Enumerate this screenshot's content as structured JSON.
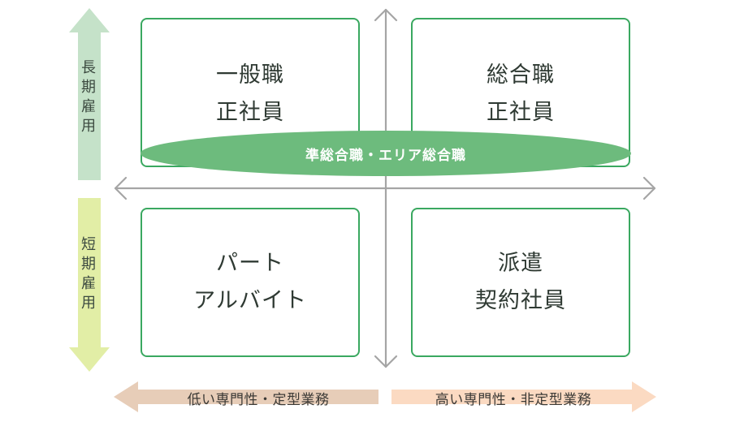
{
  "colors": {
    "box_border": "#3aa860",
    "ellipse_fill": "#6dbb7d",
    "axis": "#a5a5a5",
    "arrow_long_term": "#c5e2c9",
    "arrow_short_term": "#e2eea6",
    "arrow_low": "#e7cdb8",
    "arrow_high": "#fbdac2"
  },
  "vertical": {
    "long_term": [
      "長",
      "期",
      "雇",
      "用"
    ],
    "short_term": [
      "短",
      "期",
      "雇",
      "用"
    ]
  },
  "horizontal": {
    "low": "低い専門性・定型業務",
    "high": "高い専門性・非定型業務"
  },
  "quadrants": {
    "top_left": [
      "一般職",
      "正社員"
    ],
    "top_right": [
      "総合職",
      "正社員"
    ],
    "bottom_left": [
      "パート",
      "アルバイト"
    ],
    "bottom_right": [
      "派遣",
      "契約社員"
    ]
  },
  "overlay": {
    "label": "準総合職・エリア総合職"
  }
}
